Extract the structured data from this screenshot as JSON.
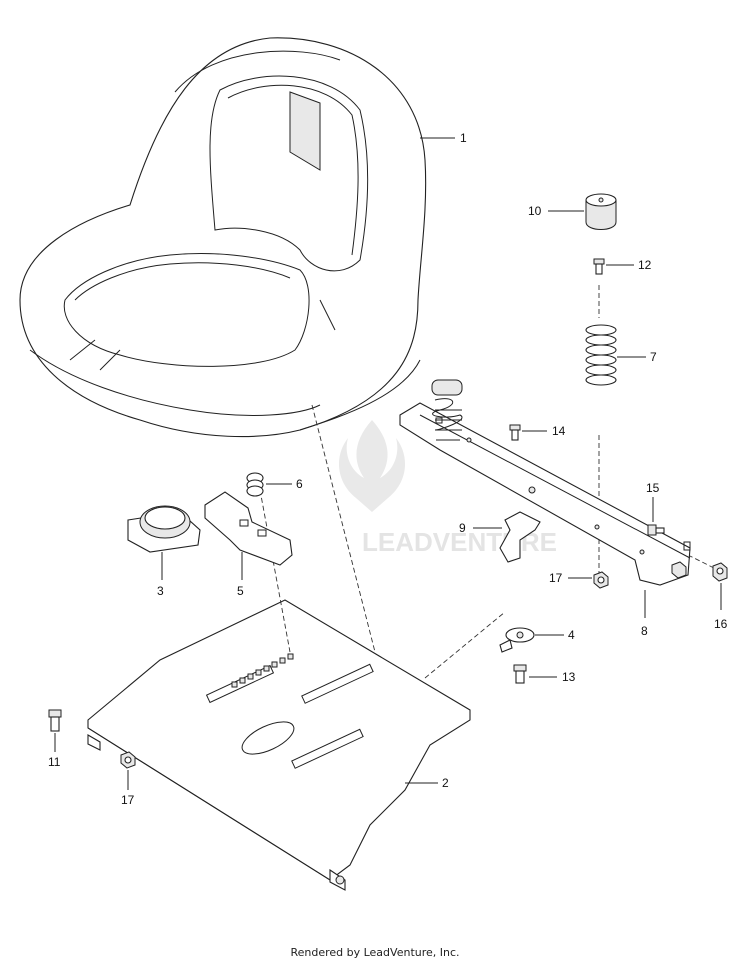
{
  "footer": "Rendered by LeadVenture, Inc.",
  "watermark": "LEADVENTURE",
  "callouts": {
    "c1": "1",
    "c2": "2",
    "c3": "3",
    "c4": "4",
    "c5": "5",
    "c6": "6",
    "c7": "7",
    "c8": "8",
    "c9": "9",
    "c10": "10",
    "c11": "11",
    "c12": "12",
    "c13": "13",
    "c14": "14",
    "c15": "15",
    "c16": "16",
    "c17a": "17",
    "c17b": "17"
  }
}
